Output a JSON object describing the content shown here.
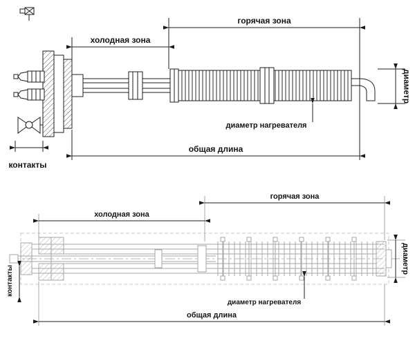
{
  "colors": {
    "background": "#ffffff",
    "ink": "#1c1c1c",
    "ghost": "#a6a6a6",
    "label": "#141414"
  },
  "top_view": {
    "labels": {
      "hot_zone": "горячая зона",
      "cold_zone": "холодная зона",
      "total_length": "общая длина",
      "diameter": "диаметр",
      "heater_diameter": "диаметр нагревателя",
      "contacts": "контакты"
    }
  },
  "bottom_view": {
    "labels": {
      "hot_zone": "горячая зона",
      "cold_zone": "холодная зона",
      "total_length": "общая длина",
      "diameter": "диаметр",
      "heater_diameter": "диаметр нагревателя",
      "contacts": "контакты"
    }
  }
}
